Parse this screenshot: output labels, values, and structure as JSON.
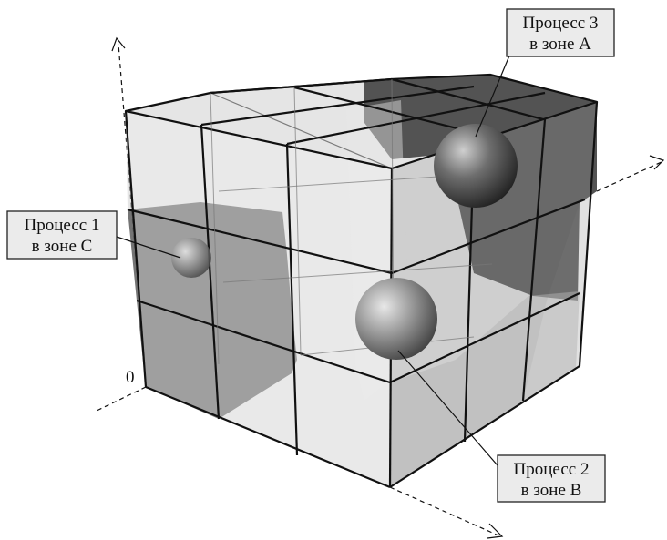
{
  "figure": {
    "origin_label": "0",
    "callouts": [
      {
        "line1": "Процесс 1",
        "line2": "в зоне C"
      },
      {
        "line1": "Процесс 2",
        "line2": "в зоне B"
      },
      {
        "line1": "Процесс 3",
        "line2": "в зоне A"
      }
    ]
  }
}
